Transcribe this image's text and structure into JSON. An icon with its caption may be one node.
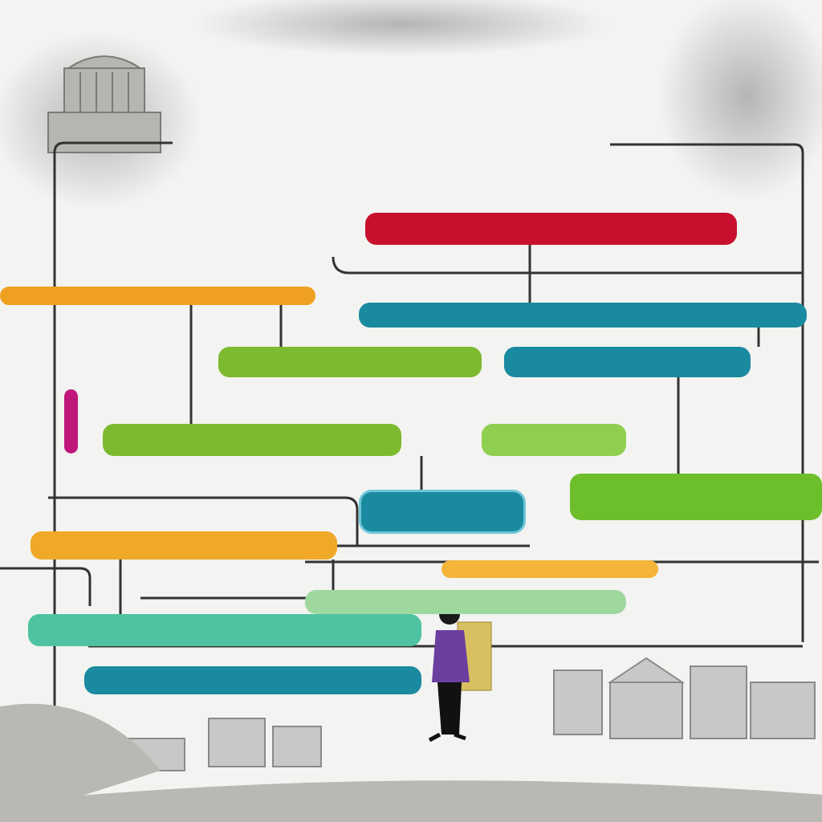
{
  "diagram": {
    "nodes": [
      {
        "text": [],
        "shape": "bar"
      },
      {
        "text": [],
        "shape": "bar"
      },
      {
        "text": [],
        "shape": "bar"
      },
      {
        "text": [],
        "shape": "bar"
      },
      {
        "text": [],
        "shape": "bar"
      },
      {
        "text": [],
        "shape": "bar"
      },
      {
        "text": [],
        "shape": "bar"
      },
      {
        "text": [],
        "shape": "bar"
      },
      {
        "text": [],
        "shape": "box"
      },
      {
        "text": [],
        "shape": "bar"
      },
      {
        "text": [],
        "shape": "bar"
      },
      {
        "text": [],
        "shape": "bar"
      },
      {
        "text": [],
        "shape": "bar"
      },
      {
        "text": [],
        "shape": "bar"
      },
      {
        "text": [],
        "shape": "bar"
      }
    ],
    "edges": [
      {
        "from": 0,
        "to": 2,
        "arrow": "none"
      },
      {
        "from": 1,
        "to": 3,
        "arrow": "none"
      },
      {
        "from": 1,
        "to": 5,
        "arrow": "none"
      },
      {
        "from": 2,
        "to": 4,
        "arrow": "none"
      },
      {
        "from": 4,
        "to": 7,
        "arrow": "none"
      },
      {
        "from": 5,
        "to": 8,
        "arrow": "none"
      },
      {
        "from": 9,
        "to": 12,
        "arrow": "none"
      },
      {
        "from": 9,
        "to": 11,
        "arrow": "none"
      }
    ]
  }
}
